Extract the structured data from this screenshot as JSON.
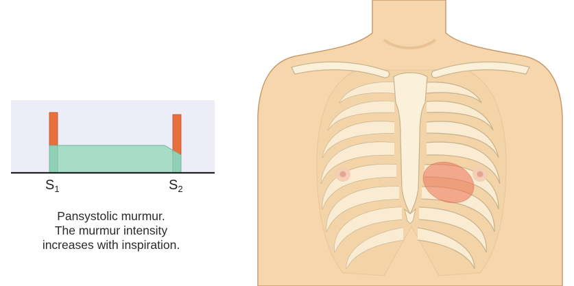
{
  "phonocardiogram": {
    "s1_label": {
      "main": "S",
      "sub": "1"
    },
    "s2_label": {
      "main": "S",
      "sub": "2"
    }
  },
  "caption": {
    "line1": "Pansystolic murmur.",
    "line2": "The murmur intensity",
    "line3": "increases with inspiration."
  },
  "colors": {
    "panel_bg": "#ecedf6",
    "heart_sound": "#e9703c",
    "murmur_fill": "#a8dcc8",
    "skin": "#f6d6ad",
    "skin_outline": "#c79a6a",
    "bone": "#fbf1da",
    "bone_outline": "#c9b48e",
    "auscultation_area": "#ee7b5e"
  }
}
